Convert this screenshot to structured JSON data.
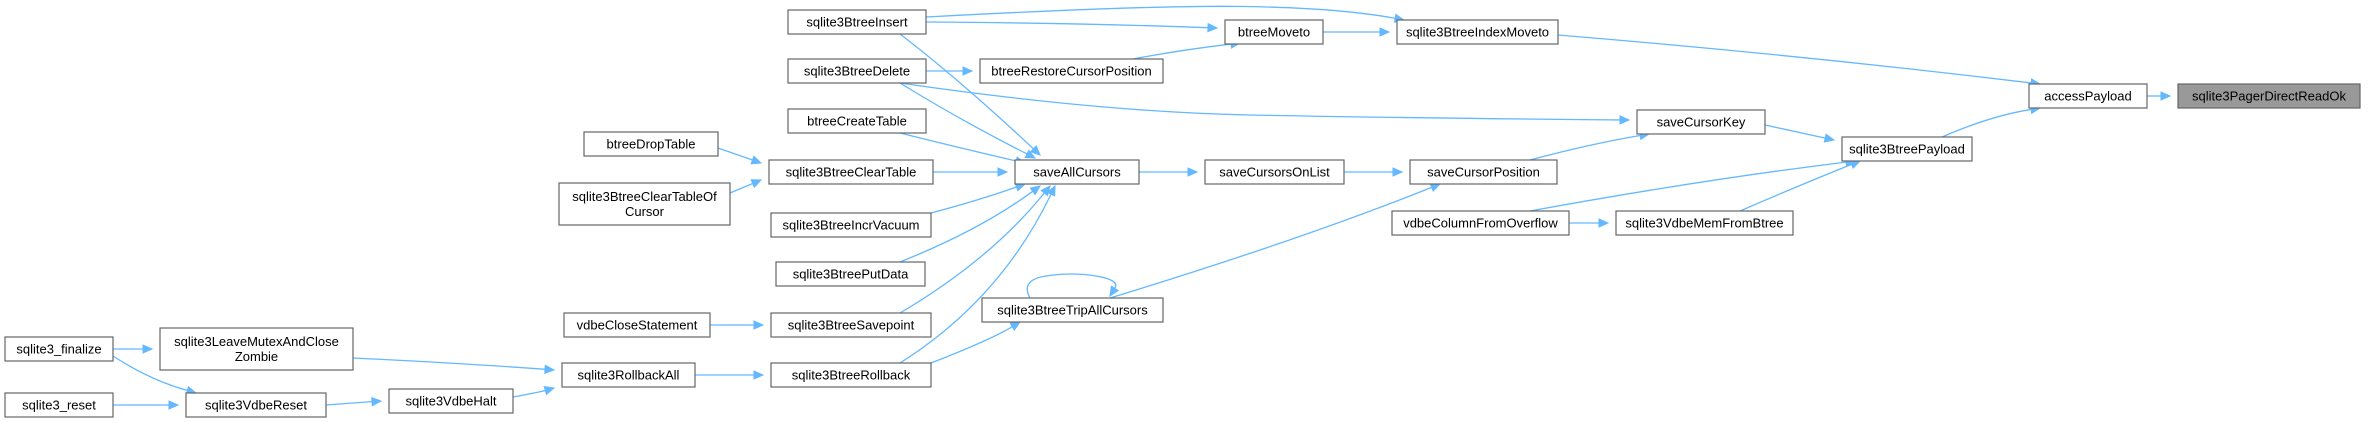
{
  "graph": {
    "colors": {
      "edge": "#63b8ff",
      "node_border": "#666666",
      "root_fill": "#999999",
      "node_fill": "#ffffff"
    },
    "nodes": [
      {
        "id": "pdrok",
        "lines": [
          "sqlite3PagerDirectReadOk"
        ],
        "root": true
      },
      {
        "id": "ap",
        "lines": [
          "accessPayload"
        ]
      },
      {
        "id": "bim",
        "lines": [
          "sqlite3BtreeIndexMoveto"
        ]
      },
      {
        "id": "bp",
        "lines": [
          "sqlite3BtreePayload"
        ]
      },
      {
        "id": "bi",
        "lines": [
          "sqlite3BtreeInsert"
        ]
      },
      {
        "id": "bm",
        "lines": [
          "btreeMoveto"
        ]
      },
      {
        "id": "bd",
        "lines": [
          "sqlite3BtreeDelete"
        ]
      },
      {
        "id": "brcp",
        "lines": [
          "btreeRestoreCursorPosition"
        ]
      },
      {
        "id": "bct",
        "lines": [
          "btreeCreateTable"
        ]
      },
      {
        "id": "sck",
        "lines": [
          "saveCursorKey"
        ]
      },
      {
        "id": "bdt",
        "lines": [
          "btreeDropTable"
        ]
      },
      {
        "id": "bclt",
        "lines": [
          "sqlite3BtreeClearTable"
        ]
      },
      {
        "id": "sac",
        "lines": [
          "saveAllCursors"
        ]
      },
      {
        "id": "scol",
        "lines": [
          "saveCursorsOnList"
        ]
      },
      {
        "id": "scp",
        "lines": [
          "saveCursorPosition"
        ]
      },
      {
        "id": "bctc",
        "lines": [
          "sqlite3BtreeClearTableOf",
          "Cursor"
        ]
      },
      {
        "id": "vcfo",
        "lines": [
          "vdbeColumnFromOverflow"
        ]
      },
      {
        "id": "vmfb",
        "lines": [
          "sqlite3VdbeMemFromBtree"
        ]
      },
      {
        "id": "biv",
        "lines": [
          "sqlite3BtreeIncrVacuum"
        ]
      },
      {
        "id": "bpd",
        "lines": [
          "sqlite3BtreePutData"
        ]
      },
      {
        "id": "btac",
        "lines": [
          "sqlite3BtreeTripAllCursors"
        ]
      },
      {
        "id": "vcs",
        "lines": [
          "vdbeCloseStatement"
        ]
      },
      {
        "id": "bsp",
        "lines": [
          "sqlite3BtreeSavepoint"
        ]
      },
      {
        "id": "fin",
        "lines": [
          "sqlite3_finalize"
        ]
      },
      {
        "id": "lmcz",
        "lines": [
          "sqlite3LeaveMutexAndClose",
          "Zombie"
        ]
      },
      {
        "id": "rba",
        "lines": [
          "sqlite3RollbackAll"
        ]
      },
      {
        "id": "brb",
        "lines": [
          "sqlite3BtreeRollback"
        ]
      },
      {
        "id": "rst",
        "lines": [
          "sqlite3_reset"
        ]
      },
      {
        "id": "vrst",
        "lines": [
          "sqlite3VdbeReset"
        ]
      },
      {
        "id": "vh",
        "lines": [
          "sqlite3VdbeHalt"
        ]
      }
    ],
    "edges": [
      {
        "from": "ap",
        "to": "pdrok"
      },
      {
        "from": "bim",
        "to": "ap"
      },
      {
        "from": "bp",
        "to": "ap"
      },
      {
        "from": "bi",
        "to": "bim"
      },
      {
        "from": "bm",
        "to": "bim"
      },
      {
        "from": "bi",
        "to": "bm"
      },
      {
        "from": "brcp",
        "to": "bm"
      },
      {
        "from": "bd",
        "to": "brcp"
      },
      {
        "from": "bd",
        "to": "sck"
      },
      {
        "from": "sck",
        "to": "bp"
      },
      {
        "from": "scp",
        "to": "sck"
      },
      {
        "from": "scol",
        "to": "scp"
      },
      {
        "from": "sac",
        "to": "scol"
      },
      {
        "from": "bi",
        "to": "sac"
      },
      {
        "from": "bd",
        "to": "sac"
      },
      {
        "from": "bct",
        "to": "sac"
      },
      {
        "from": "bclt",
        "to": "sac"
      },
      {
        "from": "bdt",
        "to": "bclt"
      },
      {
        "from": "bctc",
        "to": "bclt"
      },
      {
        "from": "biv",
        "to": "sac"
      },
      {
        "from": "bpd",
        "to": "sac"
      },
      {
        "from": "bsp",
        "to": "sac"
      },
      {
        "from": "brb",
        "to": "sac"
      },
      {
        "from": "vcs",
        "to": "bsp"
      },
      {
        "from": "btac",
        "to": "scp"
      },
      {
        "from": "btac",
        "to": "btac"
      },
      {
        "from": "brb",
        "to": "btac"
      },
      {
        "from": "rba",
        "to": "brb"
      },
      {
        "from": "lmcz",
        "to": "rba"
      },
      {
        "from": "vh",
        "to": "rba"
      },
      {
        "from": "vrst",
        "to": "vh"
      },
      {
        "from": "fin",
        "to": "lmcz"
      },
      {
        "from": "fin",
        "to": "vrst"
      },
      {
        "from": "rst",
        "to": "vrst"
      },
      {
        "from": "vcfo",
        "to": "bp"
      },
      {
        "from": "vmfb",
        "to": "bp"
      },
      {
        "from": "vcfo",
        "to": "vmfb"
      }
    ]
  }
}
